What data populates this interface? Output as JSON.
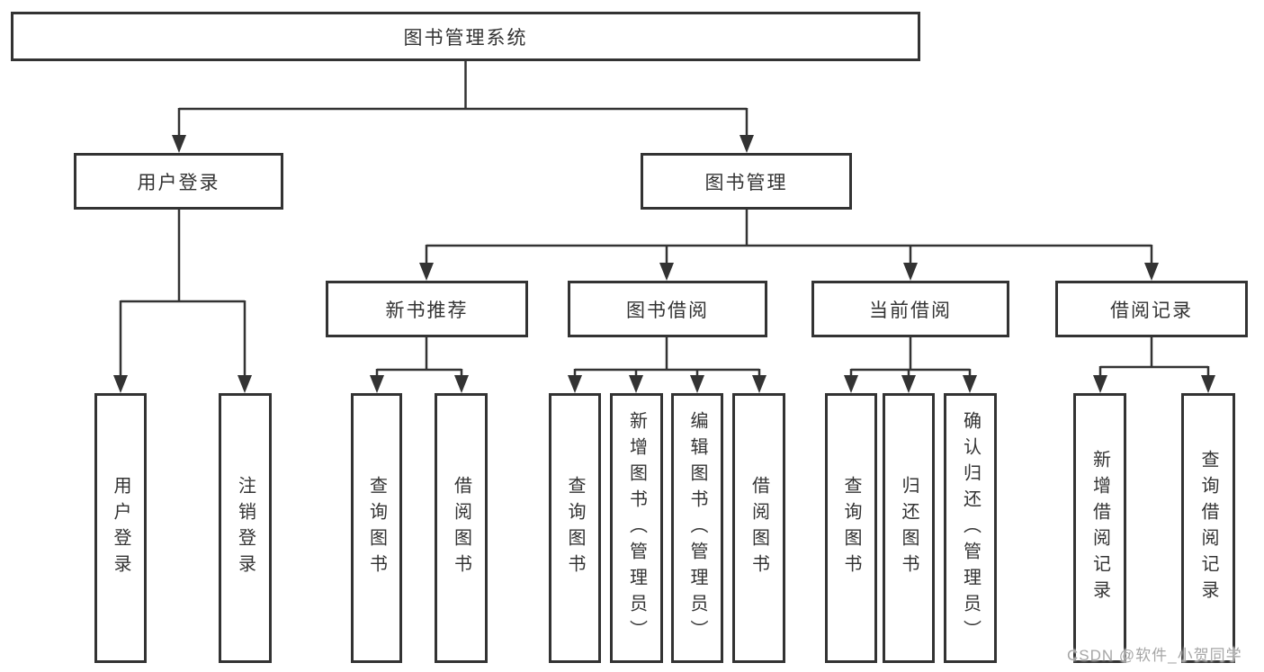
{
  "colors": {
    "line": "#333333",
    "box_border": "#333333",
    "text": "#333333",
    "watermark_text": "#a6a6a6",
    "background": "#ffffff"
  },
  "watermark": {
    "text": "CSDN @软件_小贺同学"
  },
  "tree": {
    "root": {
      "label": "图书管理系统"
    },
    "children": [
      {
        "label": "用户登录",
        "children": [
          {
            "label": "用户登录"
          },
          {
            "label": "注销登录"
          }
        ]
      },
      {
        "label": "图书管理",
        "children": [
          {
            "label": "新书推荐",
            "children": [
              {
                "label": "查询图书"
              },
              {
                "label": "借阅图书"
              }
            ]
          },
          {
            "label": "图书借阅",
            "children": [
              {
                "label": "查询图书"
              },
              {
                "label": "新增图书（管理员）"
              },
              {
                "label": "编辑图书（管理员）"
              },
              {
                "label": "借阅图书"
              }
            ]
          },
          {
            "label": "当前借阅",
            "children": [
              {
                "label": "查询图书"
              },
              {
                "label": "归还图书"
              },
              {
                "label": "确认归还（管理员）"
              }
            ]
          },
          {
            "label": "借阅记录",
            "children": [
              {
                "label": "新增借阅记录"
              },
              {
                "label": "查询借阅记录"
              }
            ]
          }
        ]
      }
    ]
  }
}
